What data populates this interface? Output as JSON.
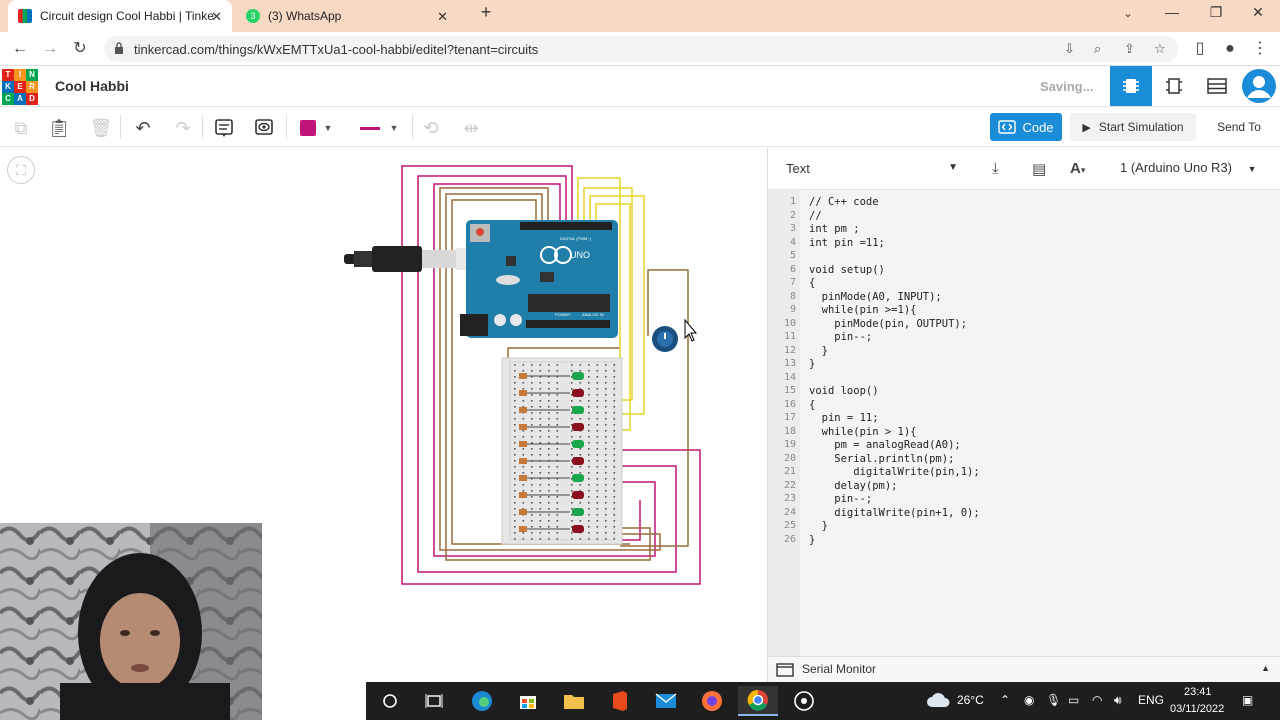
{
  "browser": {
    "tabs": [
      {
        "title": "Circuit design Cool Habbi | Tinke",
        "active": true,
        "icon": "tinkercad-favicon"
      },
      {
        "title": "(3) WhatsApp",
        "active": false,
        "icon": "whatsapp-favicon"
      }
    ],
    "new_tab_icon": "plus-icon",
    "url": "tinkercad.com/things/kWxEMTTxUa1-cool-habbi/editel?tenant=circuits"
  },
  "app": {
    "logo_letters": [
      "T",
      "I",
      "N",
      "K",
      "E",
      "R",
      "C",
      "A",
      "D"
    ],
    "logo_colors": [
      "#e2231a",
      "#f7941d",
      "#00a651",
      "#0072bc",
      "#e2231a",
      "#f7941d",
      "#00a651",
      "#0072bc",
      "#e2231a"
    ],
    "project_name": "Cool Habbi",
    "status": "Saving...",
    "accent": "#1a8cd8"
  },
  "toolbar": {
    "code_label": "Code",
    "start_sim_label": "Start Simulation",
    "send_label": "Send To",
    "fill_color": "#c2137a"
  },
  "code_panel": {
    "mode": "Text",
    "device": "1 (Arduino Uno R3)",
    "lines": [
      "// C++ code",
      "//",
      "int pm ;",
      "int pin =11;",
      "",
      "void setup()",
      "{",
      "  pinMode(A0, INPUT);",
      "  while(pin >=1){",
      "    pinMode(pin, OUTPUT);",
      "    pin--;",
      "  }",
      "}",
      "",
      "void loop()",
      "{",
      "  pin = 11;",
      "  while(pin > 1){",
      "    pm = analogRead(A0);",
      "    Serial.println(pm);",
      "       digitalWrite(pin,1);",
      "    delay(pm);",
      "    pin--;",
      "    digitalWrite(pin+1, 0);",
      "  }",
      "}"
    ],
    "serial_monitor_label": "Serial Monitor"
  },
  "board": {
    "brand": "UNO",
    "digital_label": "DIGITAL (PWM~)",
    "analog_label": "ANALOG IN",
    "power_label": "POWER"
  },
  "taskbar": {
    "weather": "26°C",
    "language": "ENG",
    "time": "23:41",
    "date": "03/11/2022"
  }
}
